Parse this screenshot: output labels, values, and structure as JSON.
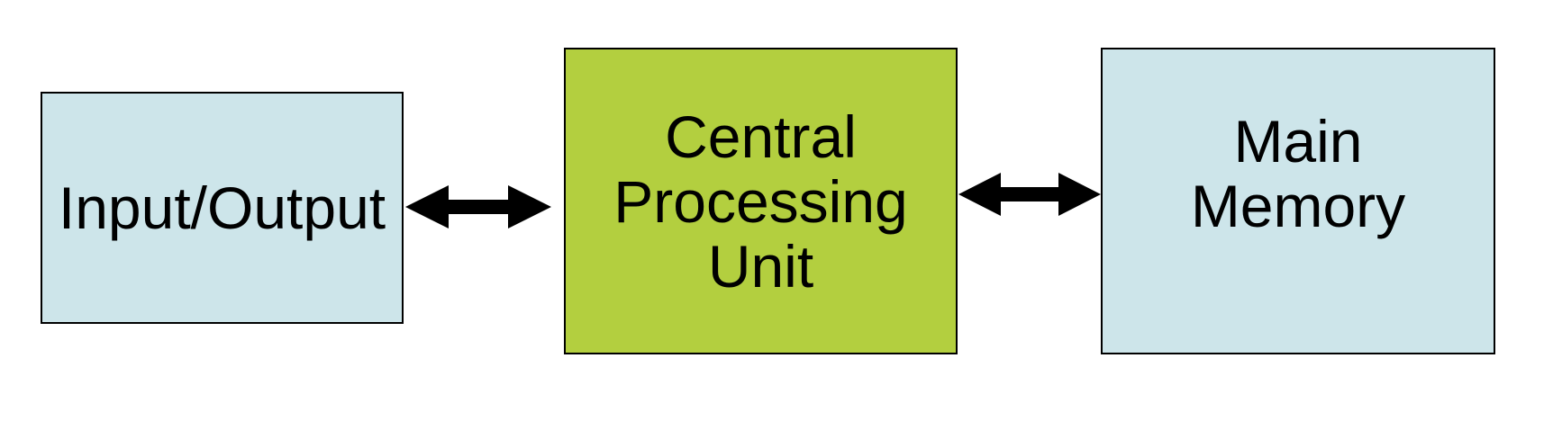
{
  "colors": {
    "io_fill": "#cde5ea",
    "cpu_fill": "#b3cf3f",
    "memory_fill": "#cde5ea",
    "border": "#000000",
    "arrow": "#000000",
    "background": "#ffffff"
  },
  "nodes": {
    "io": {
      "lines": [
        "Input/Output"
      ]
    },
    "cpu": {
      "lines": [
        "Central",
        "Processing",
        "Unit"
      ]
    },
    "memory": {
      "lines": [
        "Main",
        "Memory"
      ]
    }
  },
  "edges": [
    {
      "from": "io",
      "to": "cpu",
      "direction": "bidirectional"
    },
    {
      "from": "cpu",
      "to": "memory",
      "direction": "bidirectional"
    }
  ]
}
